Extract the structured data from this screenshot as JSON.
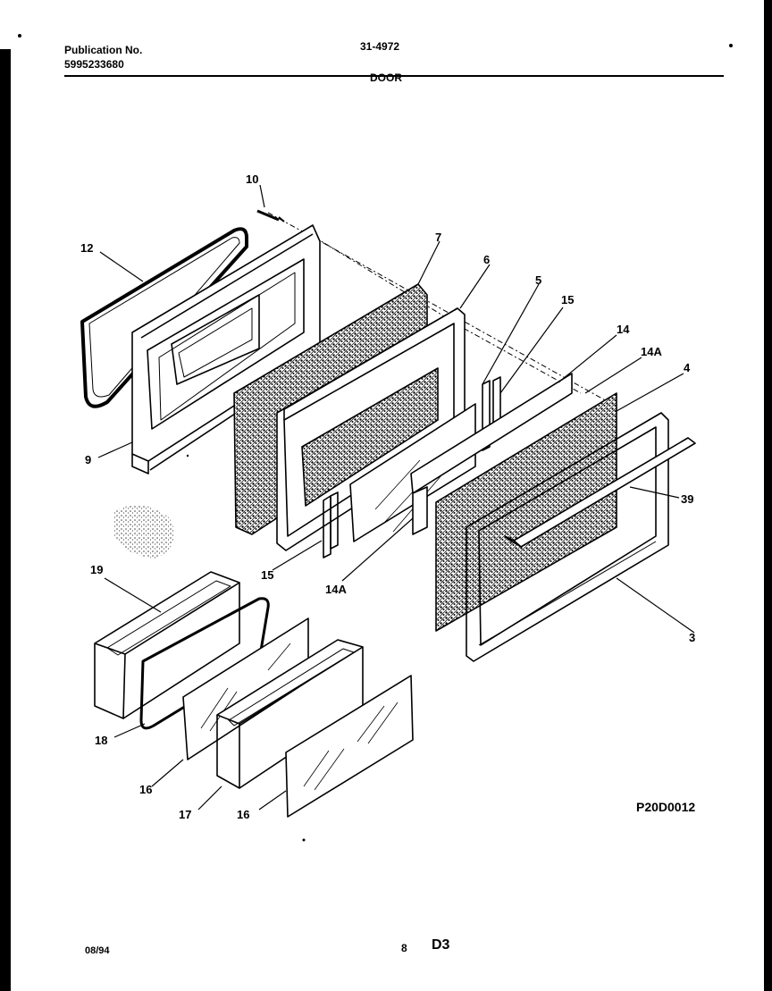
{
  "header": {
    "publication_label": "Publication No.",
    "publication_number": "5995233680",
    "document_number": "31-4972",
    "section_title": "DOOR"
  },
  "diagram": {
    "drawing_code": "P20D0012",
    "callouts": {
      "c10": "10",
      "c12": "12",
      "c7": "7",
      "c6": "6",
      "c5": "5",
      "c15a": "15",
      "c14": "14",
      "c14a_top": "14A",
      "c4": "4",
      "c39": "39",
      "c9": "9",
      "c15b": "15",
      "c14a_bottom": "14A",
      "c3": "3",
      "c19": "19",
      "c18": "18",
      "c16a": "16",
      "c17": "17",
      "c16b": "16"
    }
  },
  "footer": {
    "date": "08/94",
    "page": "8",
    "code": "D3"
  }
}
